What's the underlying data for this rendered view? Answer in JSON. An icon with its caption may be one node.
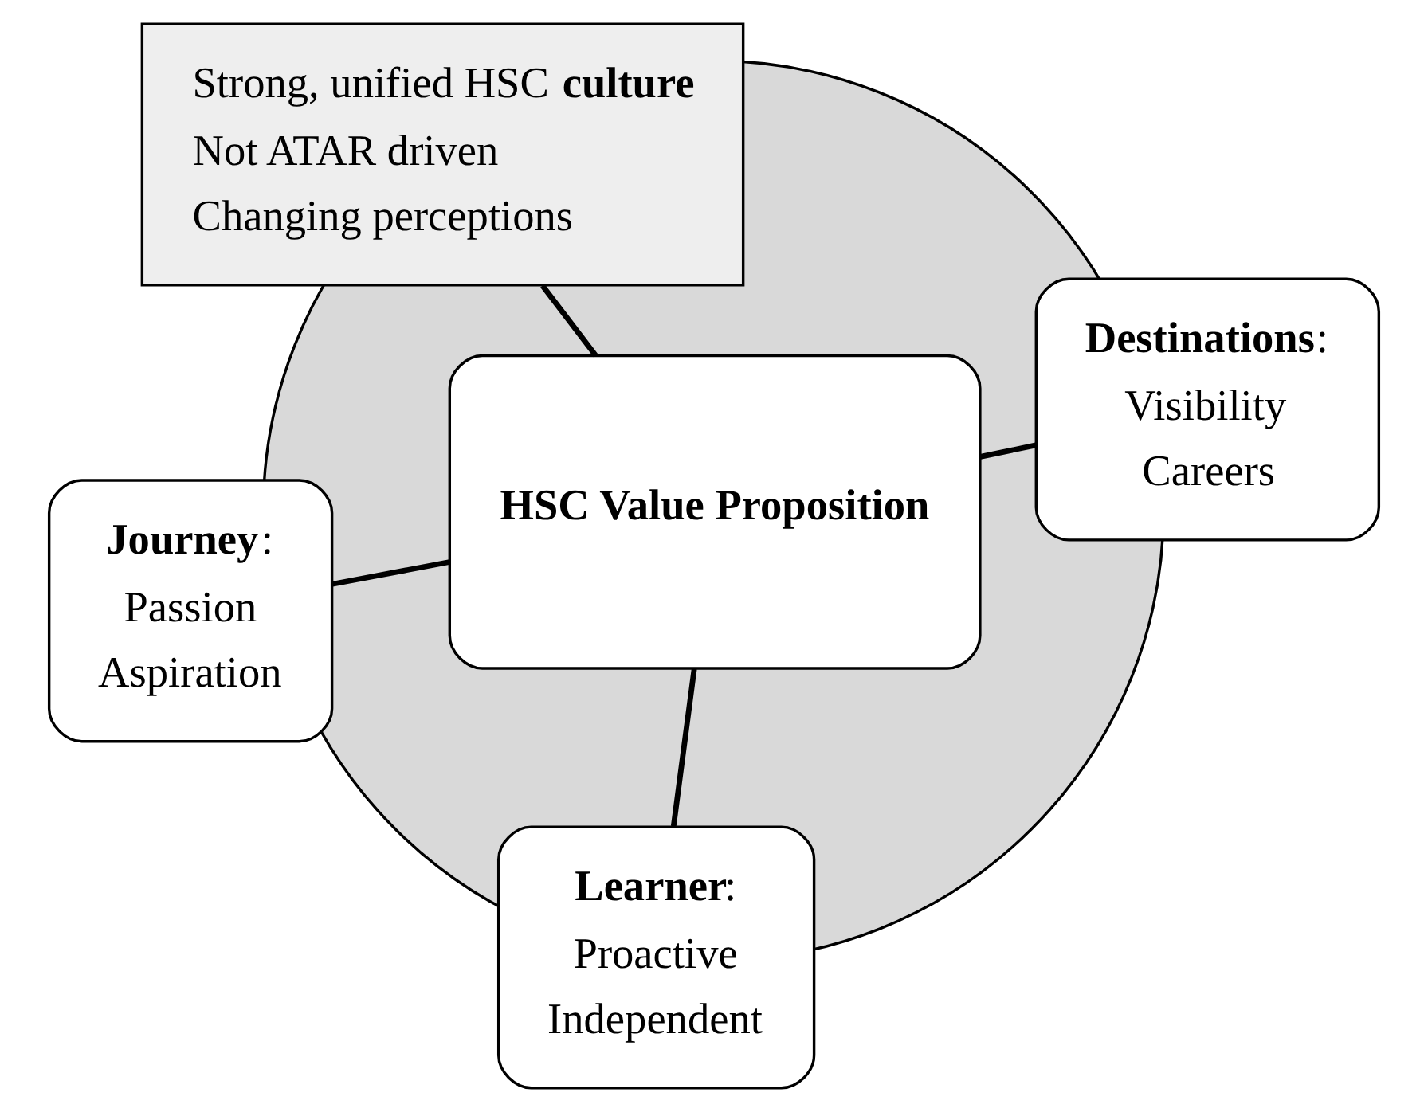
{
  "diagram": {
    "nodes": [
      {
        "text": [],
        "shape": "circle"
      },
      {
        "text": [
          "**Learner**:",
          "Proactive",
          "Independent"
        ]
      },
      {
        "text": [
          "**HSC Value Proposition**"
        ],
        "in": 0
      },
      {
        "text": [
          "Strong, unified HSC **culture**",
          "Not ATAR driven",
          "Changing perceptions"
        ]
      },
      {
        "text": [
          "**Destinations**:",
          "Visibility",
          "Careers"
        ]
      },
      {
        "text": [
          "**Journey**:",
          "Passion",
          "Aspiration"
        ]
      }
    ],
    "edges": [
      {
        "from": 1,
        "to": 2,
        "arrow": "none"
      },
      {
        "from": 3,
        "to": 2,
        "arrow": "none"
      },
      {
        "from": 4,
        "to": 2,
        "arrow": "none"
      },
      {
        "from": 5,
        "to": 2,
        "arrow": "none"
      }
    ]
  }
}
